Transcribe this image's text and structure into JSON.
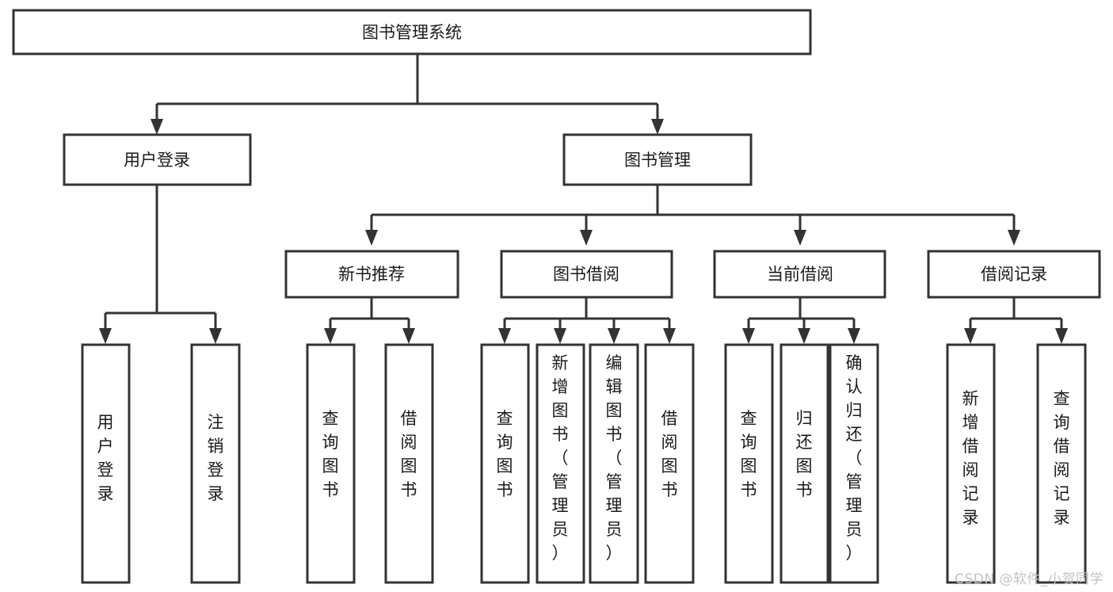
{
  "diagram": {
    "title": "图书管理系统",
    "type": "tree-hierarchy-diagram",
    "colors": {
      "box_stroke": "#333333",
      "box_fill": "#ffffff",
      "text": "#1a1a1a",
      "background": "#ffffff",
      "watermark": "#c3c3c3"
    },
    "root": {
      "label": "图书管理系统"
    },
    "level2": [
      {
        "label": "用户登录"
      },
      {
        "label": "图书管理"
      }
    ],
    "level3": [
      {
        "label": "新书推荐"
      },
      {
        "label": "图书借阅"
      },
      {
        "label": "当前借阅"
      },
      {
        "label": "借阅记录"
      }
    ],
    "leaves": {
      "user_login": [
        {
          "label": "用户登录"
        },
        {
          "label": "注销登录"
        }
      ],
      "new_book_recommend": [
        {
          "label": "查询图书"
        },
        {
          "label": "借阅图书"
        }
      ],
      "book_borrow": [
        {
          "label": "查询图书"
        },
        {
          "label": "新增图书（管理员）"
        },
        {
          "label": "编辑图书（管理员）"
        },
        {
          "label": "借阅图书"
        }
      ],
      "current_borrow": [
        {
          "label": "查询图书"
        },
        {
          "label": "归还图书"
        },
        {
          "label": "确认归还（管理员）"
        }
      ],
      "borrow_record": [
        {
          "label": "新增借阅记录"
        },
        {
          "label": "查询借阅记录"
        }
      ]
    }
  },
  "watermark": {
    "text": "CSDN @软件_小贺同学"
  }
}
